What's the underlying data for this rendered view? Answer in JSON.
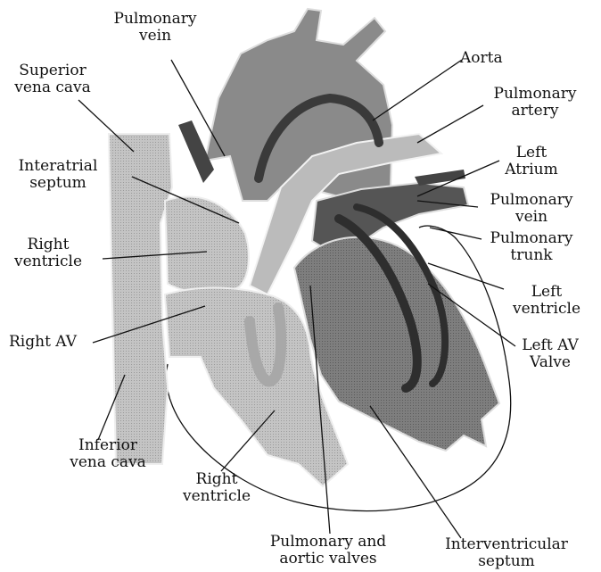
{
  "colors": {
    "background": "#ffffff",
    "light_tissue": "#c9c9c9",
    "mid_tissue": "#8e8e8e",
    "dark_tissue": "#585858",
    "darkest_flow": "#3a3a3a",
    "outline": "#111111"
  },
  "labels": {
    "pulmonary_vein_top": [
      "Pulmonary",
      "vein"
    ],
    "aorta": [
      "Aorta"
    ],
    "superior_vena_cava": [
      "Superior",
      "vena cava"
    ],
    "pulmonary_artery": [
      "Pulmonary",
      "artery"
    ],
    "left_atrium": [
      "Left",
      "Atrium"
    ],
    "interatrial_septum": [
      "Interatrial",
      "septum"
    ],
    "pulmonary_vein_right": [
      "Pulmonary",
      "vein"
    ],
    "right_ventricle_left": [
      "Right",
      "ventricle"
    ],
    "pulmonary_trunk": [
      "Pulmonary",
      "trunk"
    ],
    "left_ventricle": [
      "Left",
      "ventricle"
    ],
    "right_av": [
      "Right AV"
    ],
    "left_av_valve": [
      "Left AV",
      "Valve"
    ],
    "inferior_vena_cava": [
      "Inferior",
      "vena cava"
    ],
    "right_ventricle_bottom": [
      "Right",
      "ventricle"
    ],
    "pulmonary_and_aortic_valves": [
      "Pulmonary and",
      "aortic valves"
    ],
    "interventricular_septum": [
      "Interventricular",
      "septum"
    ]
  }
}
